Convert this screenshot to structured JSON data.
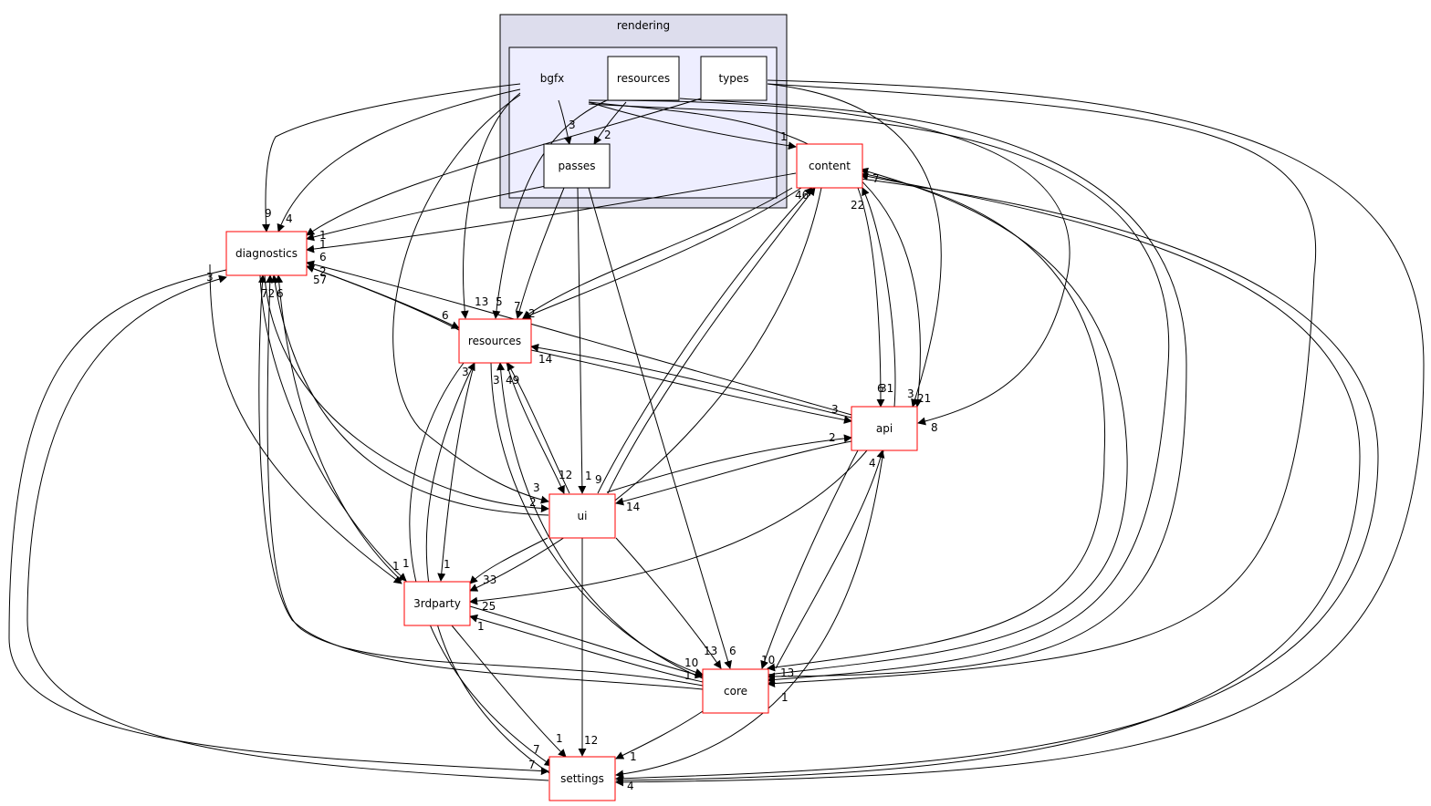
{
  "clusters": {
    "outer": {
      "label": "rendering"
    },
    "inner": {
      "label": "bgfx"
    }
  },
  "nodes": {
    "resources_sub": "resources",
    "types_sub": "types",
    "passes": "passes",
    "content": "content",
    "diagnostics": "diagnostics",
    "resources": "resources",
    "api": "api",
    "ui": "ui",
    "thirdparty": "3rdparty",
    "core": "core",
    "settings": "settings"
  },
  "edge_labels": {
    "bgfx_passes": "3",
    "res_passes": "2",
    "content_in": "1",
    "diag_9": "9",
    "diag_4": "4",
    "diag_1a": "1",
    "diag_1b": "1",
    "diag_6": "6",
    "diag_2": "2",
    "diag_57": "57",
    "diag_3": "3",
    "diag_72": "72",
    "diag_6b": "6",
    "res_13": "13",
    "res_5": "5",
    "res_7": "7",
    "res_2": "2",
    "res_6": "6",
    "res_14": "14",
    "res_3a": "3",
    "res_3b": "3",
    "res_49": "49",
    "content_22": "22",
    "content_46": "46",
    "content_7": "7",
    "api_6": "6",
    "api_31": "31",
    "api_3": "3",
    "api_21": "21",
    "api_8": "8",
    "api_3b": "3",
    "api_2": "2",
    "api_4": "4",
    "ui_3": "3",
    "ui_12": "12",
    "ui_1": "1",
    "ui_9": "9",
    "ui_2": "2",
    "ui_14": "14",
    "tp_1": "1",
    "tp_1b": "1",
    "tp_1c": "1",
    "tp_33": "33",
    "tp_25": "25",
    "tp_1d": "1",
    "core_10": "10",
    "core_13": "13",
    "core_6": "6",
    "core_10b": "10",
    "core_13b": "13",
    "core_1": "1",
    "core_1b": "1",
    "set_7": "7",
    "set_7b": "7",
    "set_1": "1",
    "set_12": "12",
    "set_1b": "1",
    "set_4": "4"
  },
  "colors": {
    "outer_cluster_fill": "#dddded",
    "inner_cluster_fill": "#eeeeff",
    "external_node_border": "#ff0000",
    "internal_node_border": "#000000"
  }
}
